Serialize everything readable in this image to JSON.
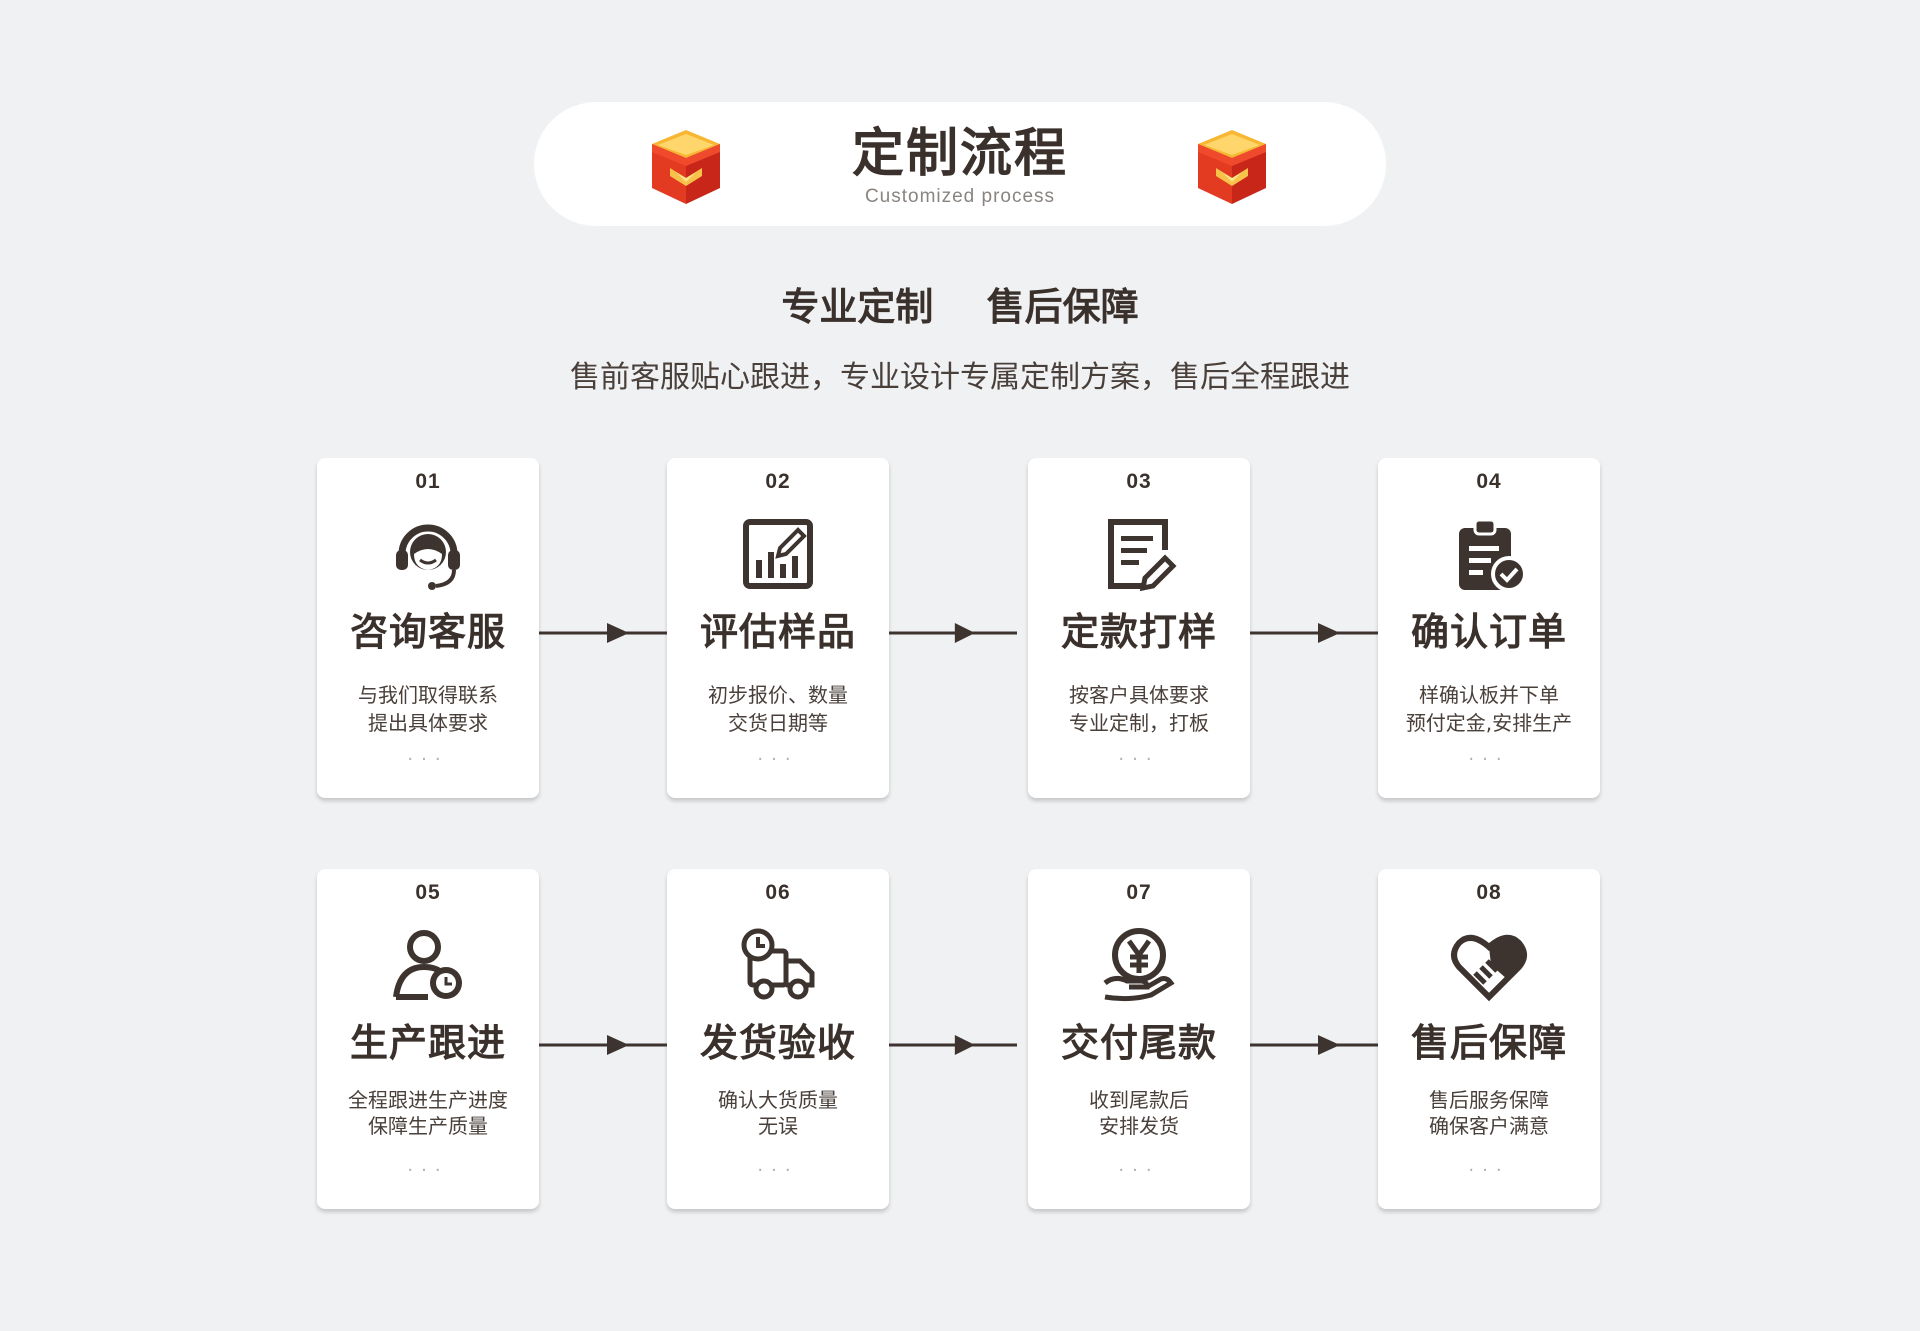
{
  "header": {
    "title": "定制流程",
    "subtitle": "Customized process"
  },
  "subhead": {
    "left": "专业定制",
    "right": "售后保障"
  },
  "tagline": "售前客服贴心跟进，专业设计专属定制方案，售后全程跟进",
  "steps": [
    {
      "num": "01",
      "name": "咨询客服",
      "line1": "与我们取得联系",
      "line2": "提出具体要求",
      "dots": "···",
      "icon": "headset-icon"
    },
    {
      "num": "02",
      "name": "评估样品",
      "line1": "初步报价、数量",
      "line2": "交货日期等",
      "dots": "···",
      "icon": "chart-report-icon"
    },
    {
      "num": "03",
      "name": "定款打样",
      "line1": "按客户具体要求",
      "line2": "专业定制，打板",
      "dots": "···",
      "icon": "document-pen-icon"
    },
    {
      "num": "04",
      "name": "确认订单",
      "line1": "样确认板并下单",
      "line2": "预付定金,安排生产",
      "dots": "···",
      "icon": "clipboard-check-icon"
    },
    {
      "num": "05",
      "name": "生产跟进",
      "line1": "全程跟进生产进度",
      "line2": "保障生产质量",
      "dots": "···",
      "icon": "user-clock-icon"
    },
    {
      "num": "06",
      "name": "发货验收",
      "line1": "确认大货质量",
      "line2": "无误",
      "dots": "···",
      "icon": "delivery-truck-icon"
    },
    {
      "num": "07",
      "name": "交付尾款",
      "line1": "收到尾款后",
      "line2": "安排发货",
      "dots": "···",
      "icon": "yen-hand-icon"
    },
    {
      "num": "08",
      "name": "售后保障",
      "line1": "售后服务保障",
      "line2": "确保客户满意",
      "dots": "···",
      "icon": "heart-handshake-icon"
    }
  ],
  "colors": {
    "background": "#f0f1f3",
    "card": "#ffffff",
    "text": "#3b312c",
    "icon": "#3e342f",
    "gift_red": "#e8321e",
    "gift_gold": "#f7b733"
  }
}
